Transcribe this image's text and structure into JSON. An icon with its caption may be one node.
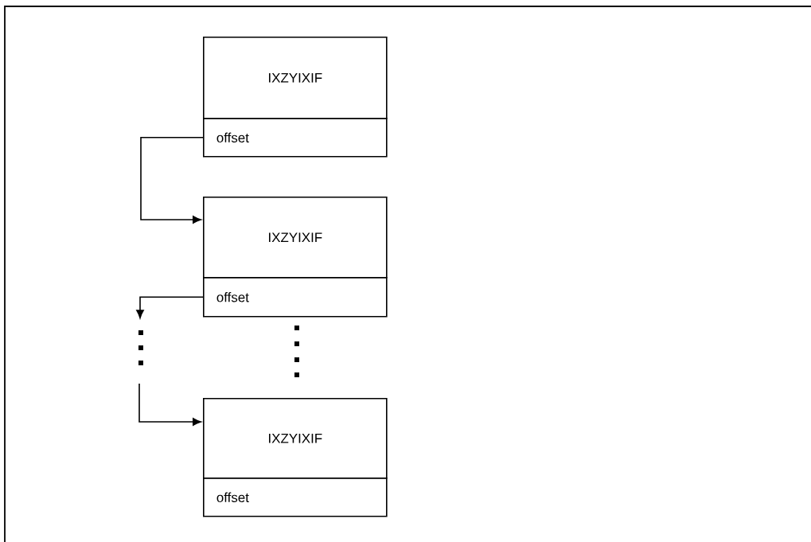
{
  "diagram": {
    "nodes": [
      {
        "text": [
          "IXZYIXIF"
        ]
      },
      {
        "text": [
          "offset"
        ]
      },
      {
        "text": [
          "IXZYIXIF"
        ]
      },
      {
        "text": [
          "offset"
        ]
      },
      {
        "text": [
          "IXZYIXIF"
        ]
      },
      {
        "text": [
          "offset"
        ]
      }
    ],
    "edges": [
      {
        "from": 1,
        "to": 2,
        "arrow": "to"
      },
      {
        "from": 3,
        "to": null,
        "arrow": "to"
      },
      {
        "from": null,
        "to": 4,
        "arrow": "to"
      }
    ]
  }
}
